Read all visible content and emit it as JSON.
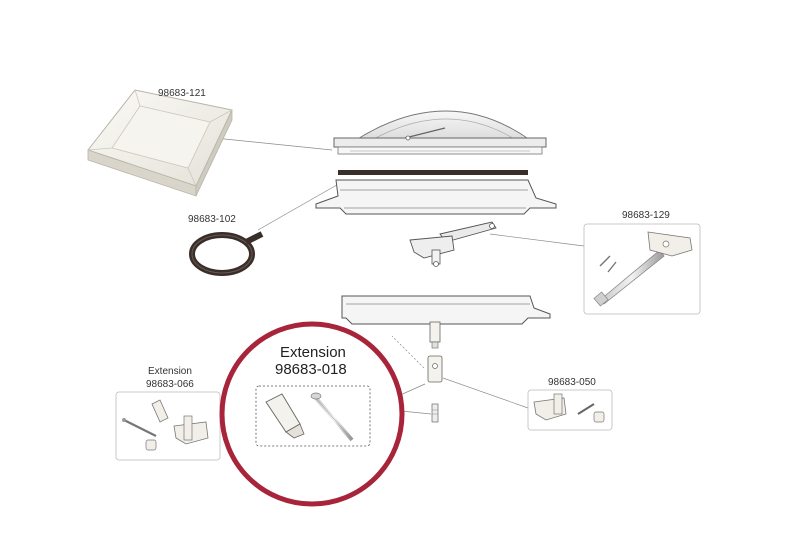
{
  "labels": {
    "cover": "98683-121",
    "gasket": "98683-102",
    "crank_handle": "98683-129",
    "extension_left_title": "Extension",
    "extension_left_part": "98683-066",
    "extension_zoom_title": "Extension",
    "extension_zoom_part": "98683-018",
    "knob_kit": "98683-050"
  },
  "colors": {
    "zoom_ring": "#a8243a",
    "part_fill": "#f1efe8",
    "outline": "#555555",
    "gasket": "#3a2e2a"
  }
}
